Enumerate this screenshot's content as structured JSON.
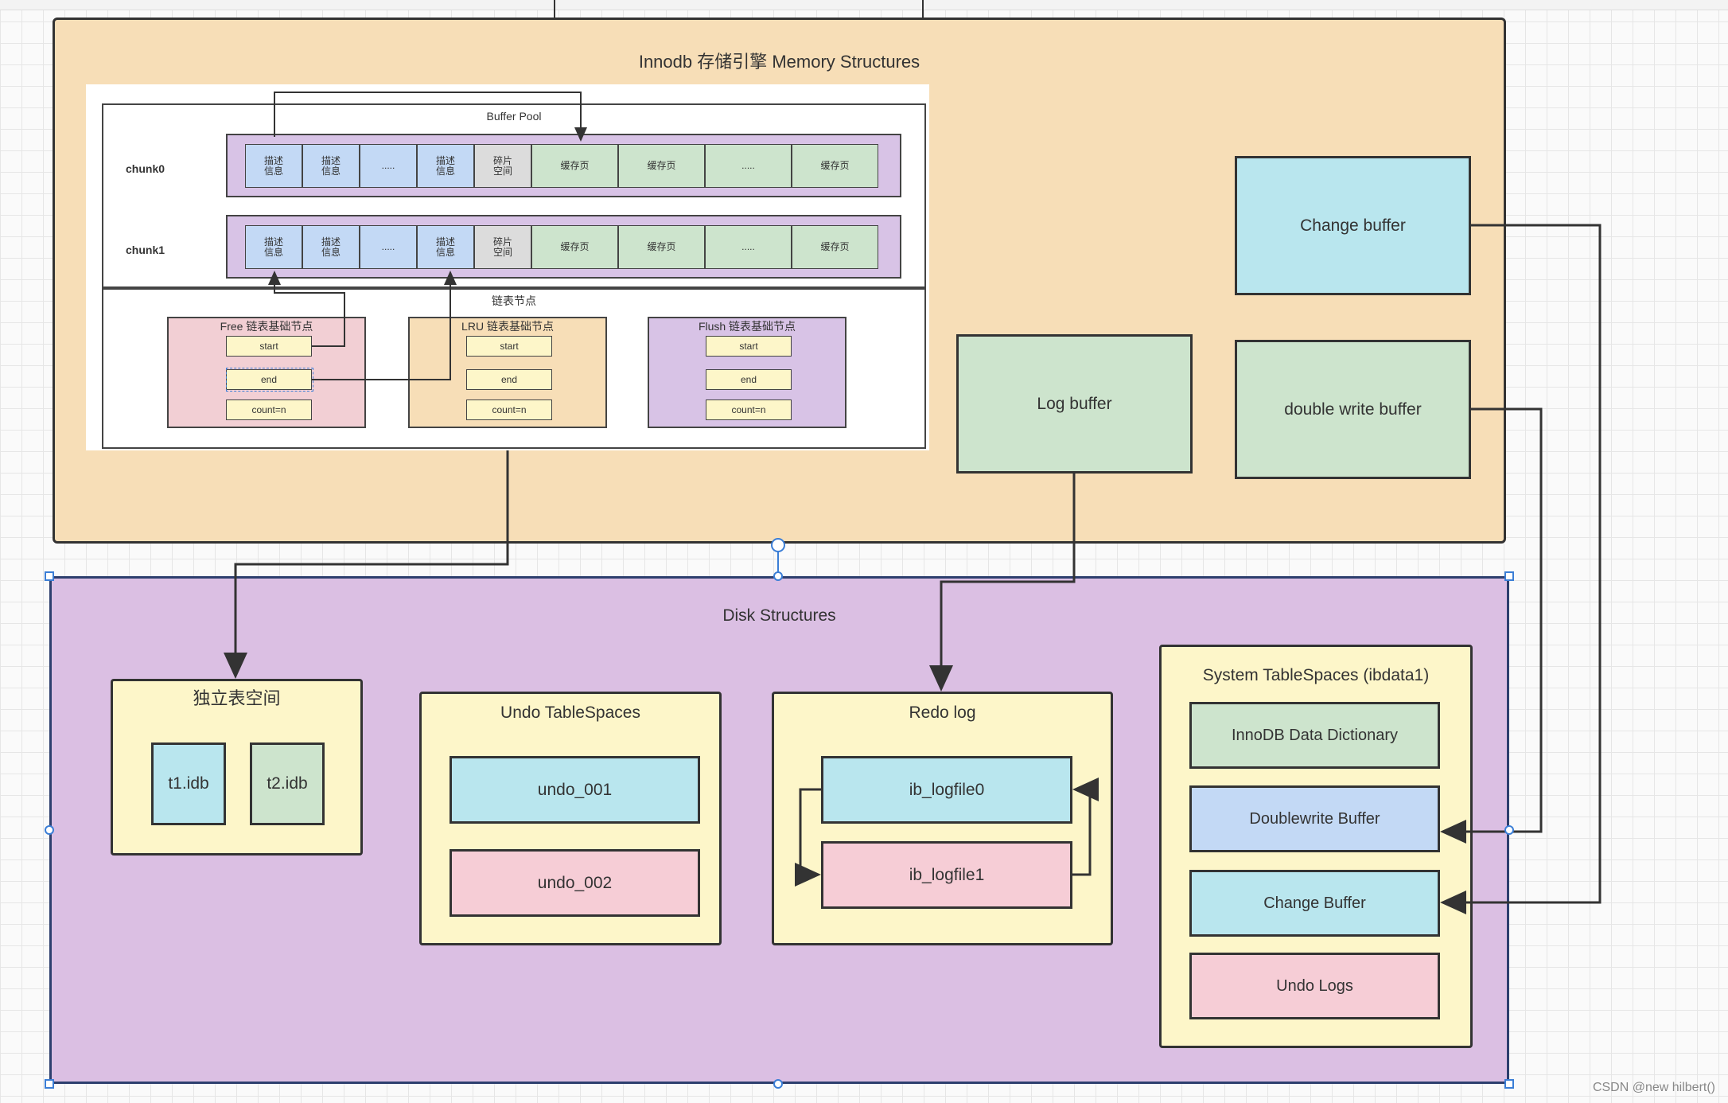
{
  "memory": {
    "title": "Innodb 存储引擎 Memory Structures",
    "buffer_pool": {
      "title": "Buffer Pool",
      "chunks": [
        {
          "label": "chunk0",
          "cells": [
            "描述\n信息",
            "描述\n信息",
            ".....",
            "描述\n信息",
            "碎片\n空间",
            "缓存页",
            "缓存页",
            ".....",
            "缓存页"
          ]
        },
        {
          "label": "chunk1",
          "cells": [
            "描述\n信息",
            "描述\n信息",
            ".....",
            "描述\n信息",
            "碎片\n空间",
            "缓存页",
            "缓存页",
            ".....",
            "缓存页"
          ]
        }
      ],
      "list_section_title": "链表节点",
      "lists": [
        {
          "title": "Free 链表基础节点",
          "start": "start",
          "end": "end",
          "count": "count=n"
        },
        {
          "title": "LRU 链表基础节点",
          "start": "start",
          "end": "end",
          "count": "count=n"
        },
        {
          "title": "Flush 链表基础节点",
          "start": "start",
          "end": "end",
          "count": "count=n"
        }
      ]
    },
    "change_buffer": "Change buffer",
    "log_buffer": "Log buffer",
    "double_write_buffer": "double write buffer"
  },
  "disk": {
    "title": "Disk Structures",
    "file_per_table": {
      "title": "独立表空间",
      "files": [
        "t1.idb",
        "t2.idb"
      ]
    },
    "undo": {
      "title": "Undo TableSpaces",
      "items": [
        "undo_001",
        "undo_002"
      ]
    },
    "redo": {
      "title": "Redo log",
      "items": [
        "ib_logfile0",
        "ib_logfile1"
      ]
    },
    "system": {
      "title": "System TableSpaces (ibdata1)",
      "items": [
        "InnoDB Data Dictionary",
        "Doublewrite Buffer",
        "Change Buffer",
        "Undo Logs"
      ]
    }
  },
  "colors": {
    "memory_bg": "#f7deb7",
    "disk_bg": "#dbbfe3",
    "panel_bg": "#fdf6c9",
    "cyan": "#b9e6ee",
    "green": "#cde4cd",
    "blue": "#c3d9f5",
    "pink": "#f6cdd6",
    "grey": "#dcdcdc",
    "purple": "#d8c3e6"
  },
  "watermark": "CSDN @new hilbert()"
}
